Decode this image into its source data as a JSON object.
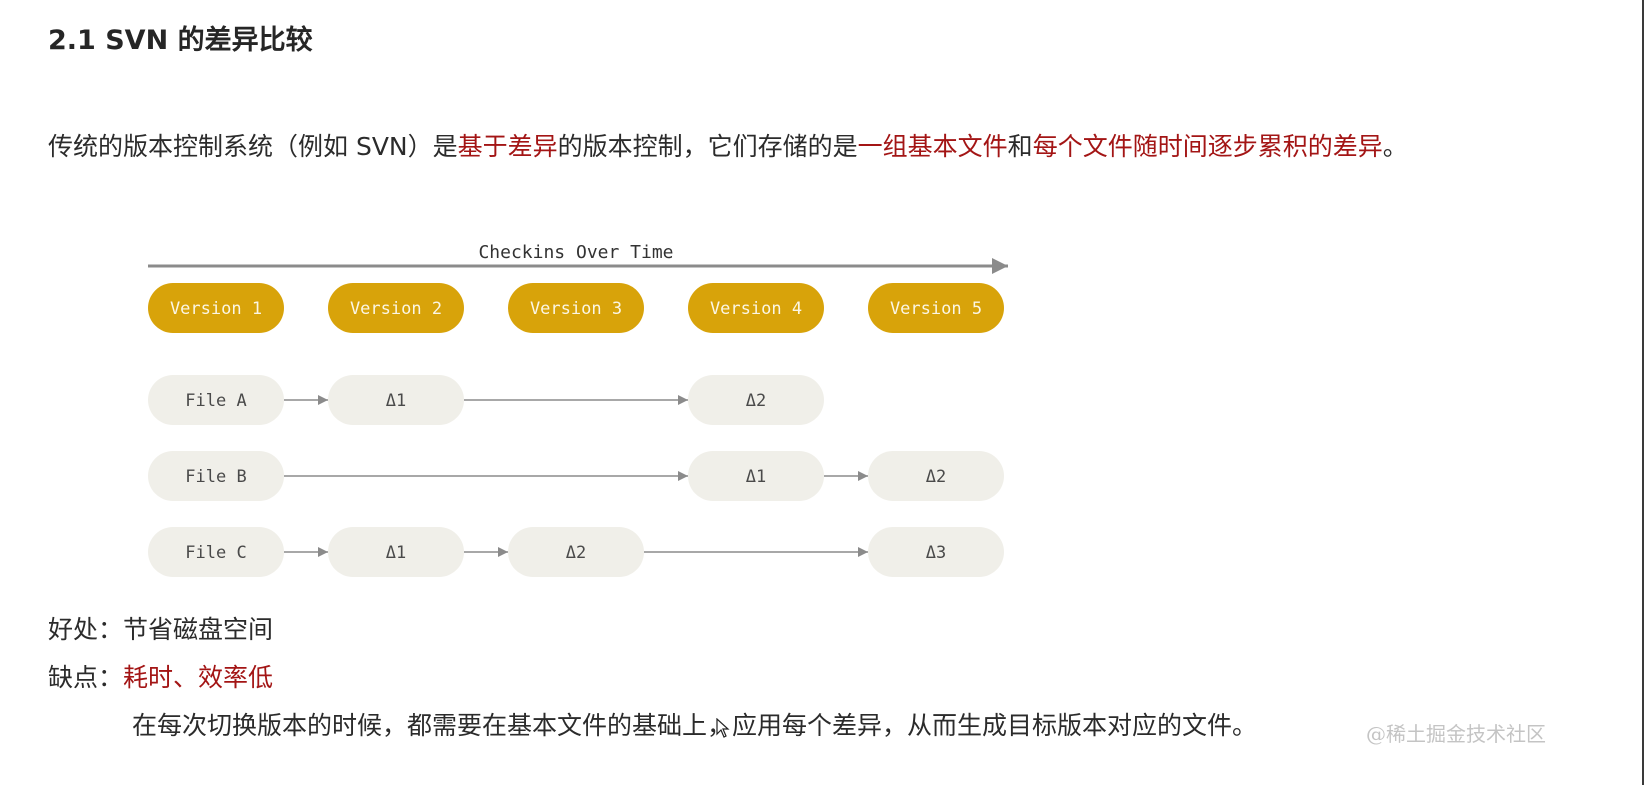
{
  "heading": "2.1 SVN 的差异比较",
  "paragraph": {
    "segments": [
      {
        "text": "传统的版本控制系统（例如 SVN）是",
        "highlight": false
      },
      {
        "text": "基于差异",
        "highlight": true
      },
      {
        "text": "的版本控制，它们存储的是",
        "highlight": false
      },
      {
        "text": "一组基本文件",
        "highlight": true
      },
      {
        "text": "和",
        "highlight": false
      },
      {
        "text": "每个文件随时间逐步累积的差异",
        "highlight": true
      },
      {
        "text": "。",
        "highlight": false
      }
    ]
  },
  "diagram": {
    "title": "Checkins Over Time",
    "versions": [
      "Version 1",
      "Version 2",
      "Version 3",
      "Version 4",
      "Version 5"
    ],
    "files": [
      {
        "name": "File A",
        "cells": [
          {
            "col": 1,
            "label": "Δ1"
          },
          {
            "col": 3,
            "label": "Δ2"
          }
        ]
      },
      {
        "name": "File B",
        "cells": [
          {
            "col": 3,
            "label": "Δ1"
          },
          {
            "col": 4,
            "label": "Δ2"
          }
        ]
      },
      {
        "name": "File C",
        "cells": [
          {
            "col": 1,
            "label": "Δ1"
          },
          {
            "col": 2,
            "label": "Δ2"
          },
          {
            "col": 4,
            "label": "Δ3"
          }
        ]
      }
    ],
    "colors": {
      "version_fill": "#d8a30a",
      "version_text": "#fbf6e4",
      "node_fill": "#f0efe9",
      "node_text": "#4a4a4a",
      "arrow": "#8b8b8b"
    }
  },
  "pros": {
    "label": "好处：",
    "text": "节省磁盘空间"
  },
  "cons": {
    "label": "缺点：",
    "text": "耗时、效率低"
  },
  "detail": "在每次切换版本的时候，都需要在基本文件的基础上，应用每个差异，从而生成目标版本对应的文件。",
  "watermark": "@稀土掘金技术社区"
}
